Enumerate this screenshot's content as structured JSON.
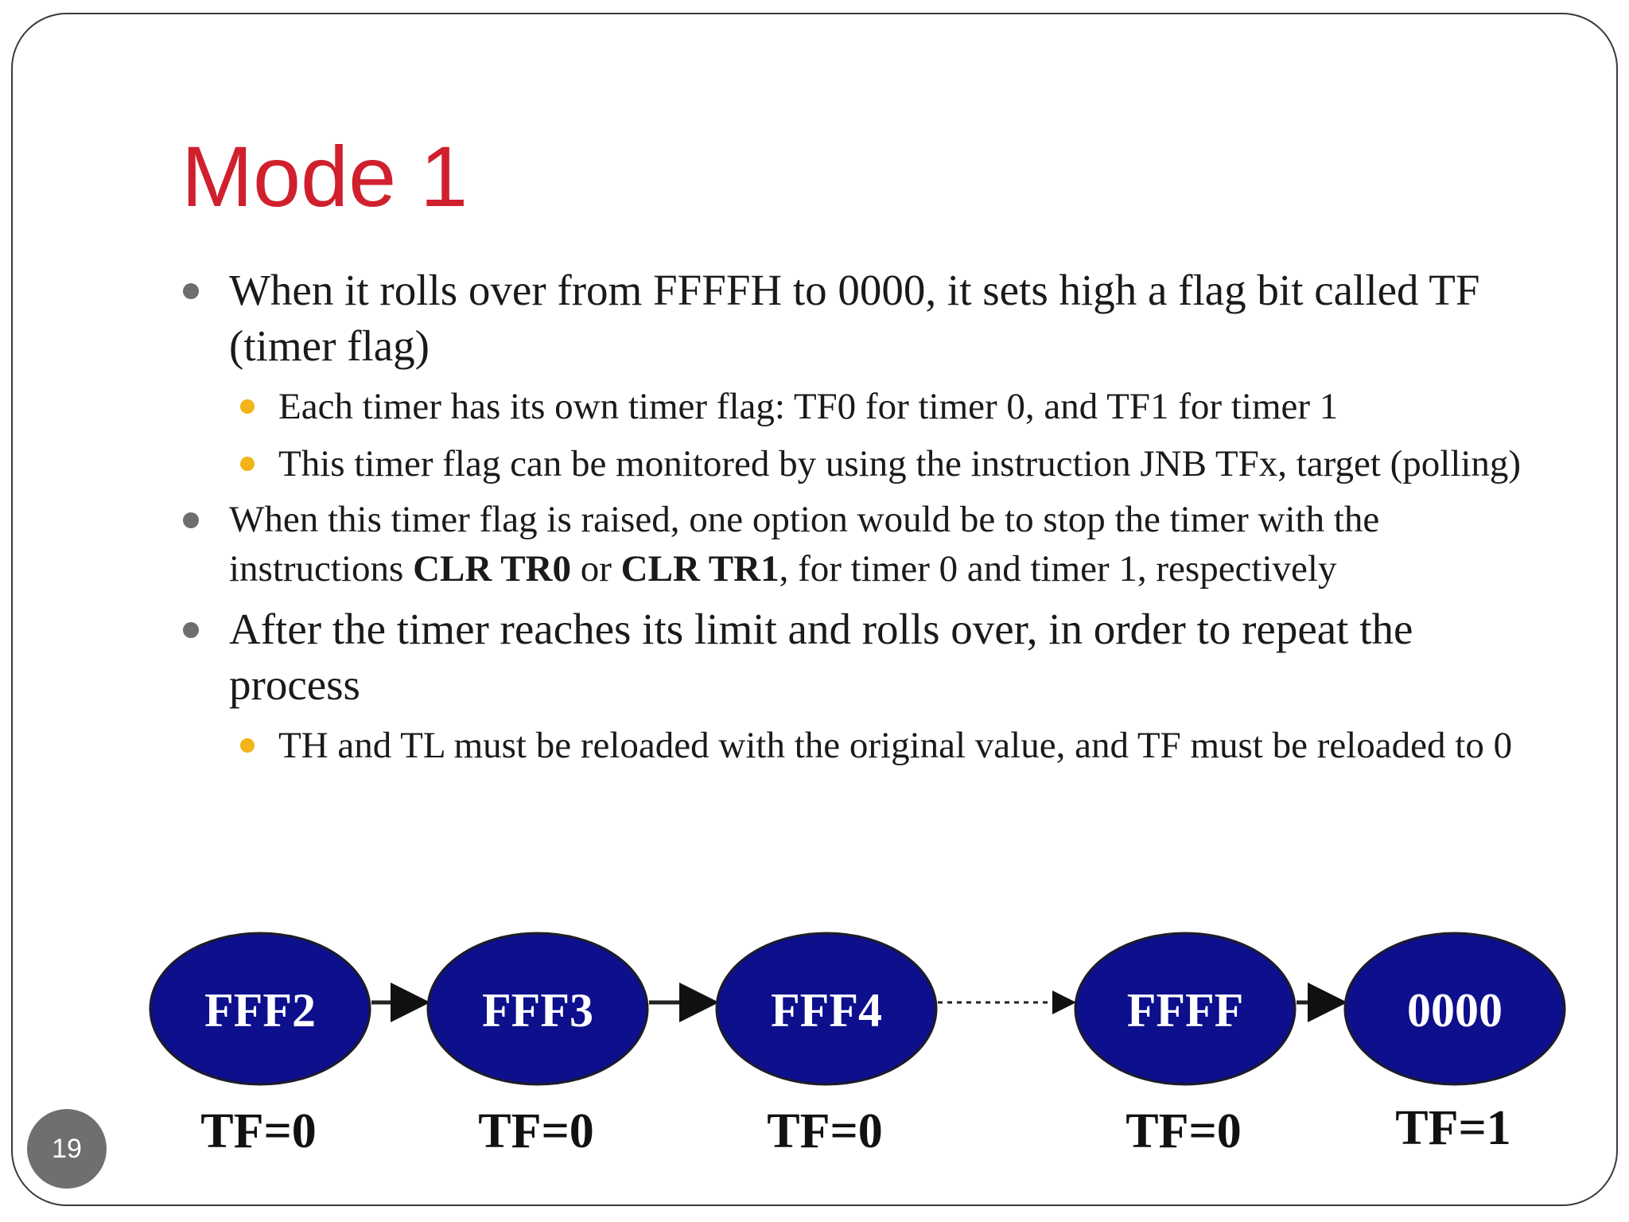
{
  "slide": {
    "title": "Mode 1",
    "page_number": "19"
  },
  "bullets": {
    "b1": "When it rolls over from FFFFH to 0000, it sets high a flag bit called TF (timer flag)",
    "b1_s1": "Each timer has its own timer flag: TF0 for timer 0, and TF1 for timer 1",
    "b1_s2": "This timer flag can be monitored by using the instruction JNB TFx, target (polling)",
    "b2_pre": "When this timer flag is raised, one option would be to stop the timer with the instructions ",
    "b2_bold1": "CLR TR0",
    "b2_mid": " or ",
    "b2_bold2": "CLR TR1",
    "b2_post": ", for timer 0 and timer 1, respectively",
    "b3": "After the timer reaches its limit and rolls over, in order to repeat the process",
    "b3_s1": "TH and TL must be reloaded with the original value, and TF must be reloaded to 0"
  },
  "diagram": {
    "node_color": "#0d0f8c",
    "nodes": [
      {
        "label": "FFF2",
        "flag": "TF=0"
      },
      {
        "label": "FFF3",
        "flag": "TF=0"
      },
      {
        "label": "FFF4",
        "flag": "TF=0"
      },
      {
        "label": "FFFF",
        "flag": "TF=0"
      },
      {
        "label": "0000",
        "flag": "TF=1"
      }
    ],
    "connectors": [
      "solid-arrow",
      "solid-arrow",
      "dotted-arrow",
      "solid-arrow"
    ]
  },
  "colors": {
    "title": "#d0202e",
    "bullet_level1": "#6e6e6e",
    "bullet_level2": "#f2b417"
  }
}
